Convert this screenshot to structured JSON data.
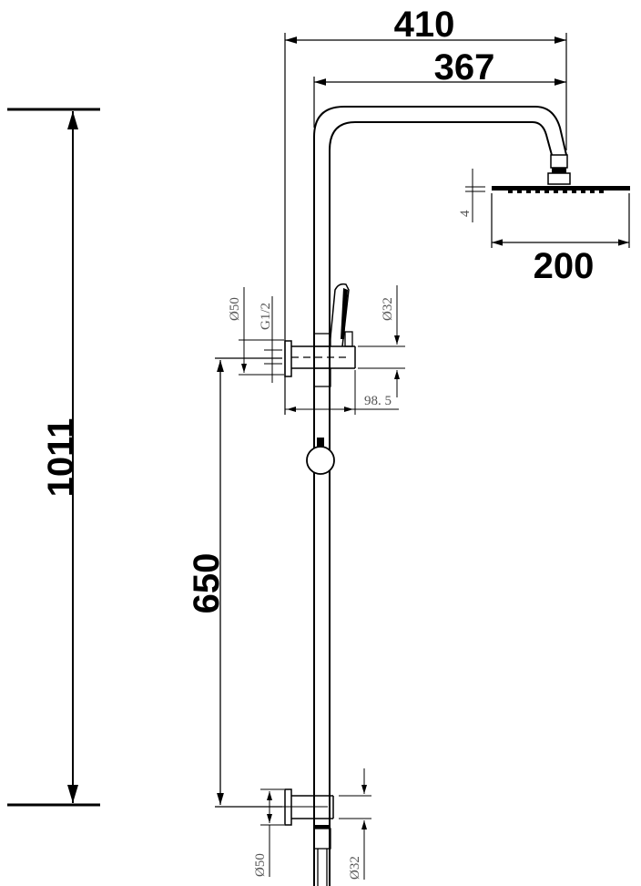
{
  "title": "Shower column technical drawing",
  "dimensions": {
    "total_width": "410",
    "arm_length": "367",
    "head_diameter": "200",
    "head_thickness": "4",
    "total_height": "1011",
    "bracket_spacing": "650",
    "top_plate_diameter": "Ø50",
    "thread": "G1/2",
    "top_pipe_diameter": "Ø32",
    "bracket_projection": "98. 5",
    "bottom_plate_diameter": "Ø50",
    "bottom_pipe_diameter": "Ø32"
  }
}
